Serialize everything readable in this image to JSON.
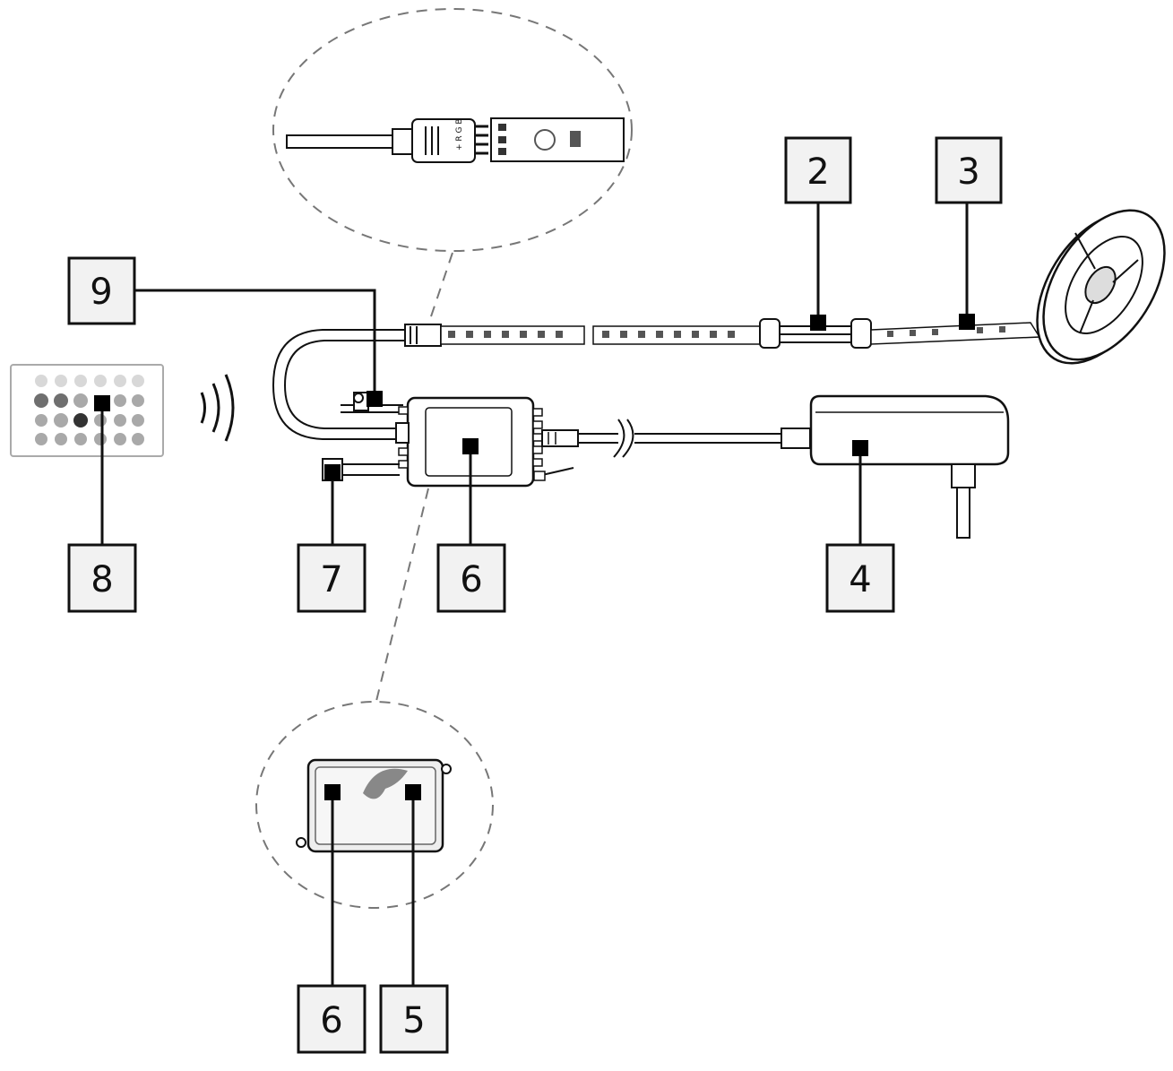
{
  "callouts": [
    {
      "id": "c2",
      "text": "2"
    },
    {
      "id": "c3",
      "text": "3"
    },
    {
      "id": "c4",
      "text": "4"
    },
    {
      "id": "c5",
      "text": "5"
    },
    {
      "id": "c6a",
      "text": "6"
    },
    {
      "id": "c6b",
      "text": "6"
    },
    {
      "id": "c7",
      "text": "7"
    },
    {
      "id": "c8",
      "text": "8"
    },
    {
      "id": "c9",
      "text": "9"
    }
  ],
  "connector_plug_text": "+ R G B",
  "colors": {
    "line": "#111111",
    "box_fill": "#f2f2f2",
    "marker": "#000000",
    "dash": "#777777",
    "remote_gray": "#8a8a8a"
  }
}
